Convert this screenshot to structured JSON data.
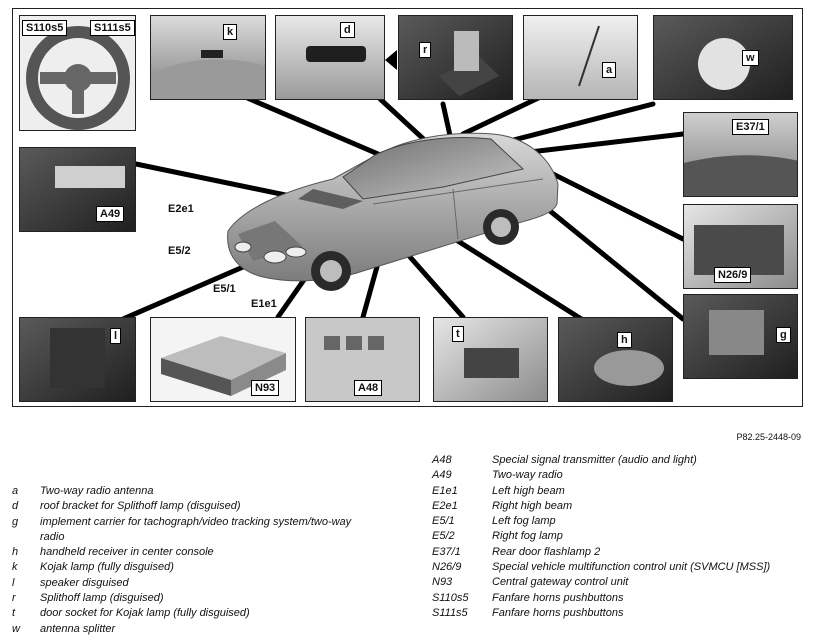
{
  "figure": {
    "callouts": {
      "s110s5": "S110s5",
      "s111s5": "S111s5",
      "k": "k",
      "d": "d",
      "r": "r",
      "a": "a",
      "w": "w",
      "a49": "A49",
      "e37_1": "E37/1",
      "n26_9": "N26/9",
      "g": "g",
      "l": "l",
      "n93": "N93",
      "a48": "A48",
      "t": "t",
      "h": "h",
      "e2e1": "E2e1",
      "e5_2": "E5/2",
      "e5_1": "E5/1",
      "e1e1": "E1e1"
    },
    "reference": "P82.25-2448-09"
  },
  "legend_left": [
    {
      "key": "a",
      "desc": "Two-way radio antenna"
    },
    {
      "key": "d",
      "desc": "roof bracket for Splithoff lamp (disguised)"
    },
    {
      "key": "g",
      "desc": "implement carrier for tachograph/video tracking system/two-way radio"
    },
    {
      "key": "h",
      "desc": "handheld receiver in center console"
    },
    {
      "key": "k",
      "desc": "Kojak lamp (fully disguised)"
    },
    {
      "key": "l",
      "desc": "speaker disguised"
    },
    {
      "key": "r",
      "desc": "Splithoff lamp (disguised)"
    },
    {
      "key": "t",
      "desc": "door socket for Kojak lamp (fully disguised)"
    },
    {
      "key": "w",
      "desc": "antenna splitter"
    }
  ],
  "legend_right": [
    {
      "key": "A48",
      "desc": "Special signal transmitter (audio and light)"
    },
    {
      "key": "A49",
      "desc": "Two-way radio"
    },
    {
      "key": "E1e1",
      "desc": "Left high beam"
    },
    {
      "key": "E2e1",
      "desc": "Right high beam"
    },
    {
      "key": "E5/1",
      "desc": "Left fog lamp"
    },
    {
      "key": "E5/2",
      "desc": "Right fog lamp"
    },
    {
      "key": "E37/1",
      "desc": "Rear door flashlamp 2"
    },
    {
      "key": "N26/9",
      "desc": "Special vehicle multifunction control unit (SVMCU [MSS])"
    },
    {
      "key": "N93",
      "desc": "Central gateway control unit"
    },
    {
      "key": "S110s5",
      "desc": "Fanfare horns pushbuttons"
    },
    {
      "key": "S111s5",
      "desc": "Fanfare horns pushbuttons"
    }
  ]
}
